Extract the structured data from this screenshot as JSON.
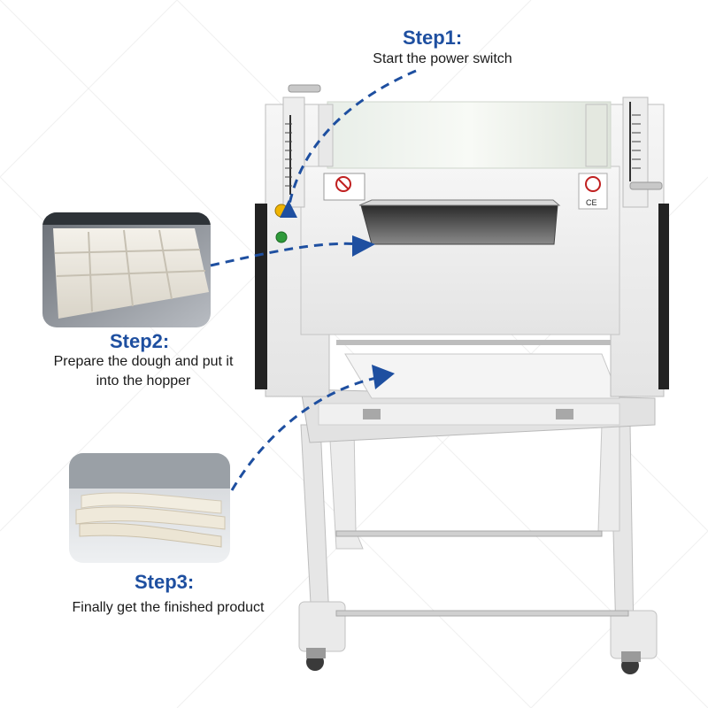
{
  "steps": [
    {
      "title": "Step1:",
      "description": "Start the power switch"
    },
    {
      "title": "Step2:",
      "description_line1": "Prepare the dough and put it",
      "description_line2": "into the hopper"
    },
    {
      "title": "Step3:",
      "description": "Finally get the finished product"
    }
  ],
  "colors": {
    "accent": "#1e4fa0",
    "text": "#1a1a1a",
    "machine": "#eeeeee"
  },
  "icons": [
    "dashed-arrow-icon",
    "power-switch-icon",
    "warning-label-icon",
    "ce-mark-icon"
  ],
  "machine_labels": {
    "ce_mark": "CE"
  }
}
